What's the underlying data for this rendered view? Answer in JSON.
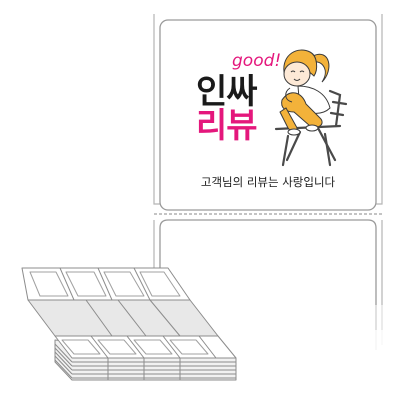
{
  "label": {
    "good_text": "good!",
    "headline_line1": "인싸",
    "headline_line2": "리뷰",
    "caption": "고객님의 리뷰는 사랑입니다"
  },
  "colors": {
    "accent_pink": "#e4177c",
    "headline_black": "#1a1a1a",
    "hair_orange": "#f3b23a",
    "skin": "#fde9d6",
    "label_border": "#9a9a9a",
    "sheet_fill": "#ffffff",
    "sheet_stroke": "#8c8c8c",
    "shadow": "#d6d6d6"
  },
  "icons": [
    "character-illustration",
    "chair-illustration",
    "fanfold-labels-illustration"
  ]
}
